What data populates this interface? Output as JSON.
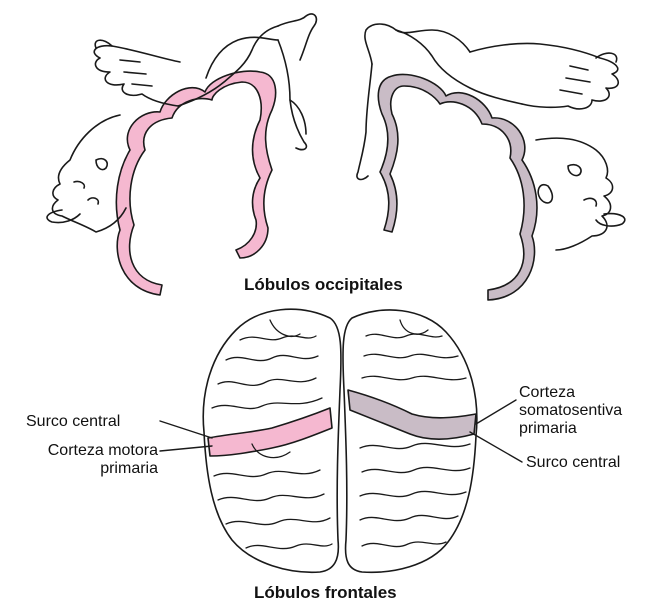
{
  "titles": {
    "occipital": "Lóbulos occipitales",
    "frontal": "Lóbulos frontales"
  },
  "labels": {
    "surco_central_left": "Surco central",
    "corteza_motora_line1": "Corteza motora",
    "corteza_motora_line2": "primaria",
    "corteza_somato_line1": "Corteza",
    "corteza_somato_line2": "somatosentiva",
    "corteza_somato_line3": "primaria",
    "surco_central_right": "Surco central"
  },
  "colors": {
    "motor_cortex": "#f5b8d0",
    "somatosensory_cortex": "#c9bcc6",
    "outline": "#1a1a1a"
  },
  "icons": [
    "motor-homunculus-icon",
    "sensory-homunculus-icon",
    "brain-top-view-icon"
  ]
}
